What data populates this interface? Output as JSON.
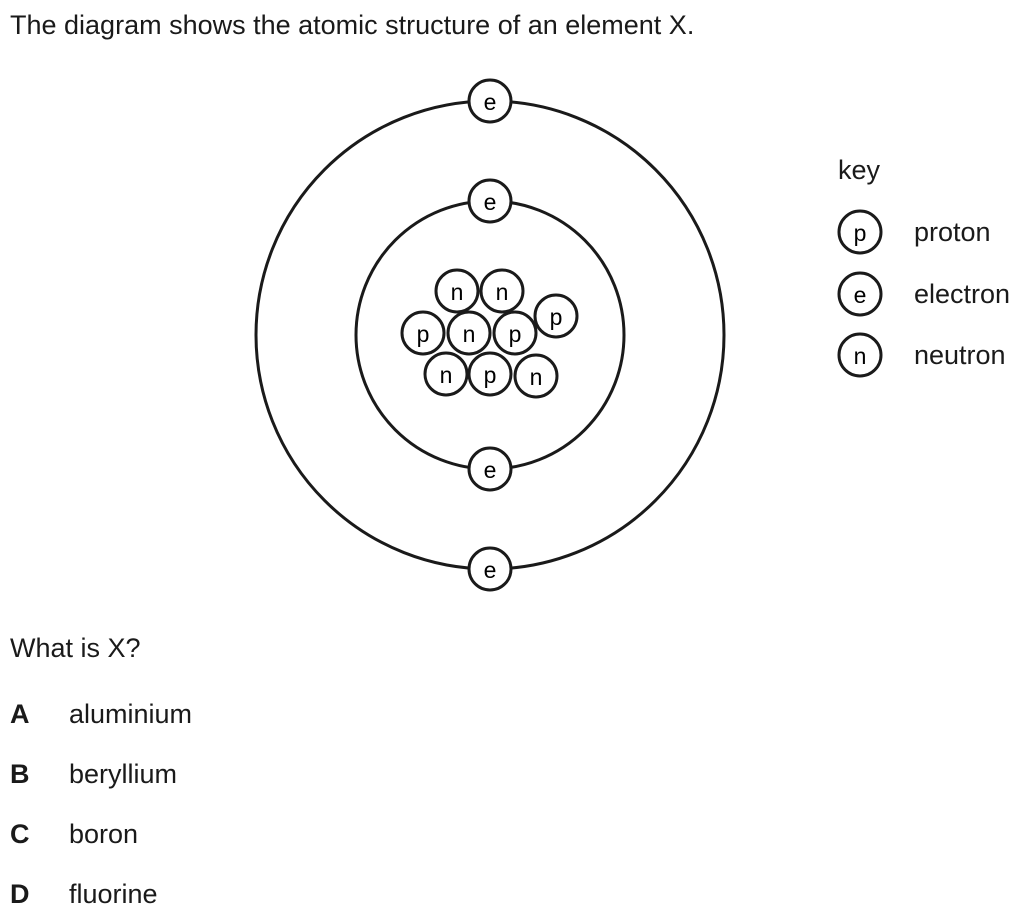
{
  "question_stem": "The diagram shows the atomic structure of an element X.",
  "diagram": {
    "electron_label": "e",
    "proton_label": "p",
    "neutron_label": "n",
    "shells": [
      {
        "electrons": 2
      },
      {
        "electrons": 2
      }
    ],
    "nucleus": {
      "protons": 4,
      "neutrons": 5
    }
  },
  "key": {
    "title": "key",
    "items": [
      {
        "symbol": "p",
        "label": "proton"
      },
      {
        "symbol": "e",
        "label": "electron"
      },
      {
        "symbol": "n",
        "label": "neutron"
      }
    ]
  },
  "question": "What is X?",
  "options": [
    {
      "letter": "A",
      "text": "aluminium"
    },
    {
      "letter": "B",
      "text": "beryllium"
    },
    {
      "letter": "C",
      "text": "boron"
    },
    {
      "letter": "D",
      "text": "fluorine"
    }
  ],
  "colors": {
    "line": "#1a1a1a",
    "background": "#ffffff"
  }
}
